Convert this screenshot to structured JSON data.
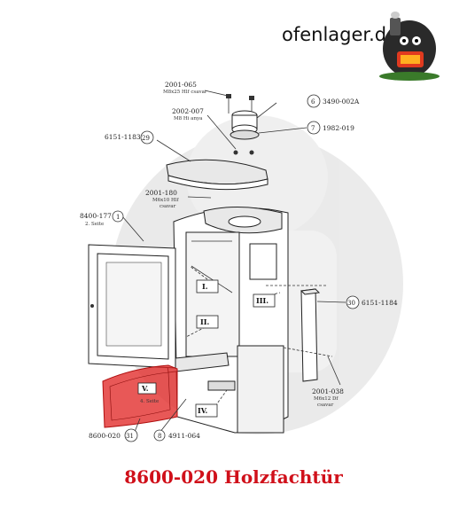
{
  "brand": {
    "name": "ofenlager.de"
  },
  "caption": "8600-020 Holzfachtür",
  "highlight_color": "#e0201f",
  "caption_color": "#d0101a",
  "labels": {
    "p2001_065": "2001-065",
    "p2001_065_sub": "M8x25 Hlf csavar",
    "p2002_007": "2002-007",
    "p2002_007_sub": "M8 Hi anya",
    "p6151_1183": "6151-1183",
    "n29": "29",
    "n6": "6",
    "p3490_002A": "3490-002A",
    "n7": "7",
    "p1982_019": "1982-019",
    "p2001_180": "2001-180",
    "p2001_180_sub1": "M6x10 Hlf",
    "p2001_180_sub2": "csavar",
    "p8400_177": "8400-177",
    "n1": "1",
    "p8400_177_sub": "2. Seite",
    "n30": "30",
    "p6151_1184": "6151-1184",
    "p2001_038": "2001-038",
    "p2001_038_sub1": "M6x12 Df",
    "p2001_038_sub2": "csavar",
    "p8600_020": "8600-020",
    "n31": "31",
    "n8": "8",
    "p4911_064": "4911-064",
    "roman_I": "I.",
    "roman_II": "II.",
    "roman_III": "III.",
    "roman_IV": "IV.",
    "roman_V": "V.",
    "door_sub": "4. Seite"
  }
}
